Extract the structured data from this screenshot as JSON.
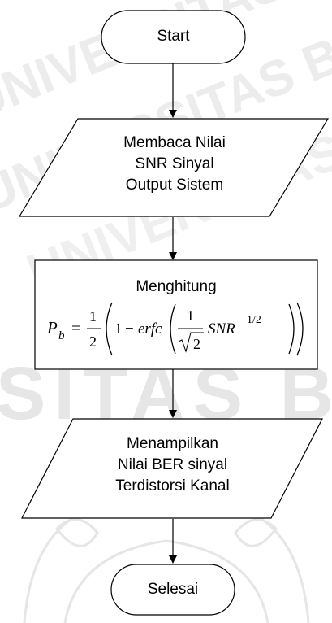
{
  "watermark": {
    "text_upper": "UNIVERSITAS BRAWIJAYA",
    "text_band": "SITAS BRA"
  },
  "flowchart": {
    "start": {
      "label": "Start"
    },
    "input": {
      "lines": [
        "Membaca Nilai",
        "SNR Sinyal",
        "Output Sistem"
      ]
    },
    "process": {
      "title": "Menghitung",
      "formula": {
        "lhs": "P",
        "lhs_sub": "b",
        "eq": "=",
        "frac_num": "1",
        "frac_den": "2",
        "one": "1",
        "minus": "−",
        "func": "erfc",
        "inner_num": "1",
        "inner_den": "2",
        "var": "SNR",
        "exp": "1/2"
      }
    },
    "output": {
      "lines": [
        "Menampilkan",
        "Nilai BER sinyal",
        "Terdistorsi Kanal"
      ]
    },
    "end": {
      "label": "Selesai"
    }
  },
  "colors": {
    "stroke": "#000000",
    "fill": "#ffffff",
    "watermark": "#ebebeb"
  }
}
